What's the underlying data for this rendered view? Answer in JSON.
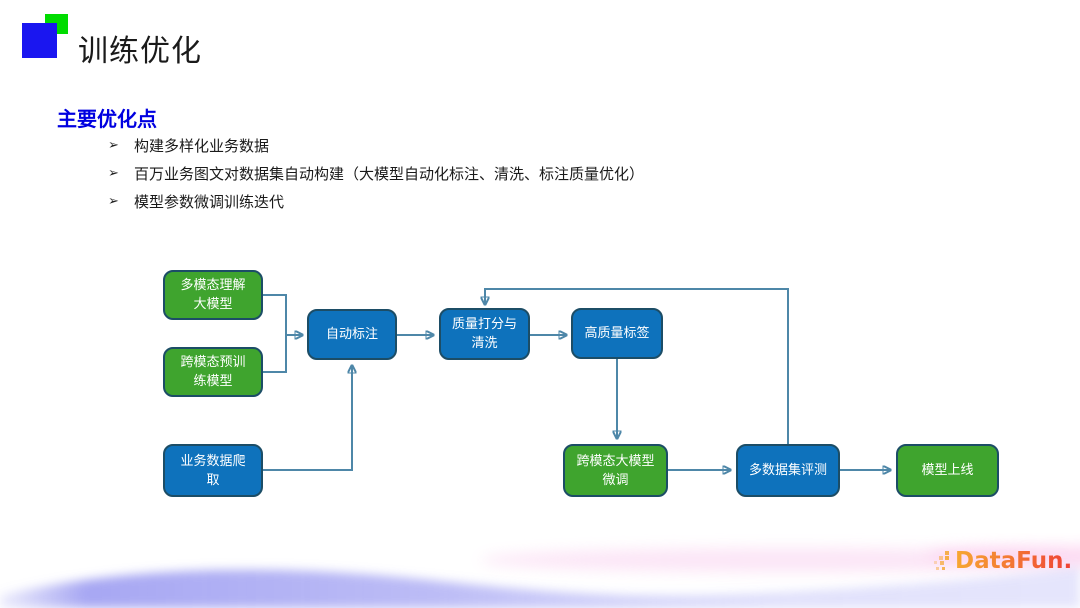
{
  "slide": {
    "title": "训练优化",
    "heading": "主要优化点",
    "colors": {
      "square_green": "#00DC00",
      "square_blue": "#1A16F0",
      "heading_blue": "#0000E0"
    },
    "bullets": [
      {
        "marker": "➢",
        "text": "构建多样化业务数据"
      },
      {
        "marker": "➢",
        "text": "百万业务图文对数据集自动构建（大模型自动化标注、清洗、标注质量优化）"
      },
      {
        "marker": "➢",
        "text": "模型参数微调训练迭代"
      }
    ]
  },
  "flowchart": {
    "colors": {
      "green": "#3FA42E",
      "blue": "#0E72BC",
      "border": "#1C4D66",
      "connector": "#4E87A8",
      "arrow": "#2C5F7E"
    },
    "nodes": [
      {
        "id": "multimodal-understanding-model",
        "label": "多模态理解\n大模型",
        "color": "green"
      },
      {
        "id": "cross-modal-pretrain-model",
        "label": "跨模态预训\n练模型",
        "color": "green"
      },
      {
        "id": "auto-labeling",
        "label": "自动标注",
        "color": "blue"
      },
      {
        "id": "quality-scoring-cleaning",
        "label": "质量打分与\n清洗",
        "color": "blue"
      },
      {
        "id": "high-quality-labels",
        "label": "高质量标签",
        "color": "blue"
      },
      {
        "id": "business-data-crawling",
        "label": "业务数据爬\n取",
        "color": "blue"
      },
      {
        "id": "cross-modal-llm-finetune",
        "label": "跨模态大模型\n微调",
        "color": "green"
      },
      {
        "id": "multi-dataset-eval",
        "label": "多数据集评测",
        "color": "blue"
      },
      {
        "id": "model-launch",
        "label": "模型上线",
        "color": "green"
      }
    ],
    "edges": [
      "多模态理解大模型 → 自动标注",
      "跨模态预训练模型 → 自动标注",
      "业务数据爬取 → 自动标注",
      "自动标注 → 质量打分与清洗",
      "质量打分与清洗 → 高质量标签",
      "高质量标签 → 跨模态大模型微调",
      "跨模态大模型微调 → 多数据集评测",
      "多数据集评测 → 模型上线",
      "多数据集评测 → 质量打分与清洗"
    ]
  },
  "footer": {
    "logo_text": "DataFun.",
    "logo_colors": {
      "from": "#F7A832",
      "to": "#EF4136"
    }
  }
}
